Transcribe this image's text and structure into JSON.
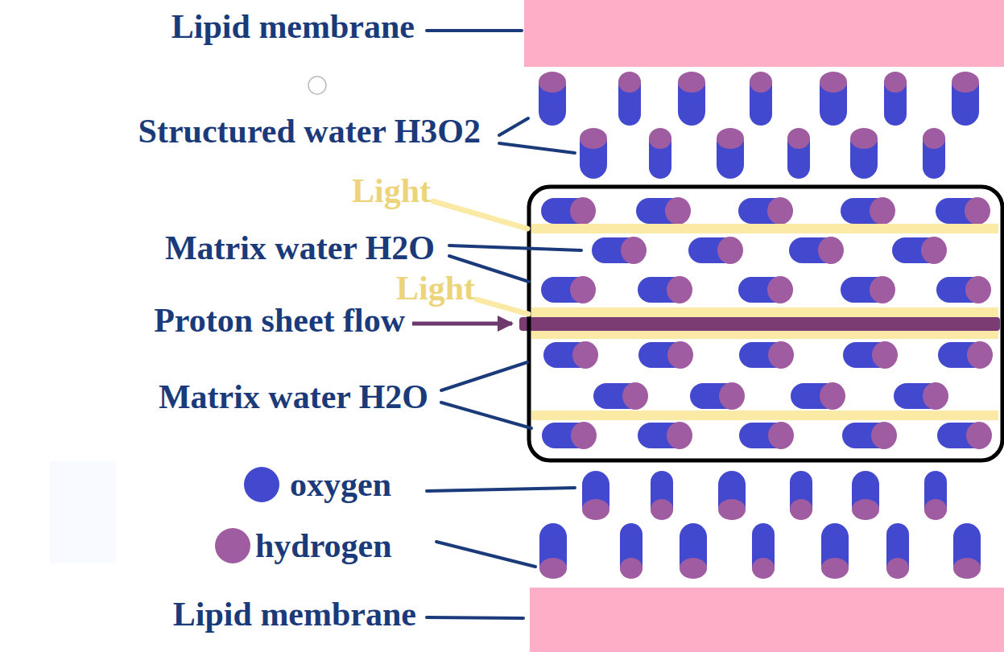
{
  "diagram": {
    "labels": [
      "Lipid membrane",
      "Structured water H3O2",
      "Light",
      "Matrix water H2O",
      "Light",
      "Proton sheet flow",
      "Matrix water H2O",
      "Lipid membrane"
    ],
    "legend": [
      {
        "text": "oxygen",
        "color": "#4349cf"
      },
      {
        "text": "hydrogen",
        "color": "#a05ca0"
      }
    ]
  }
}
